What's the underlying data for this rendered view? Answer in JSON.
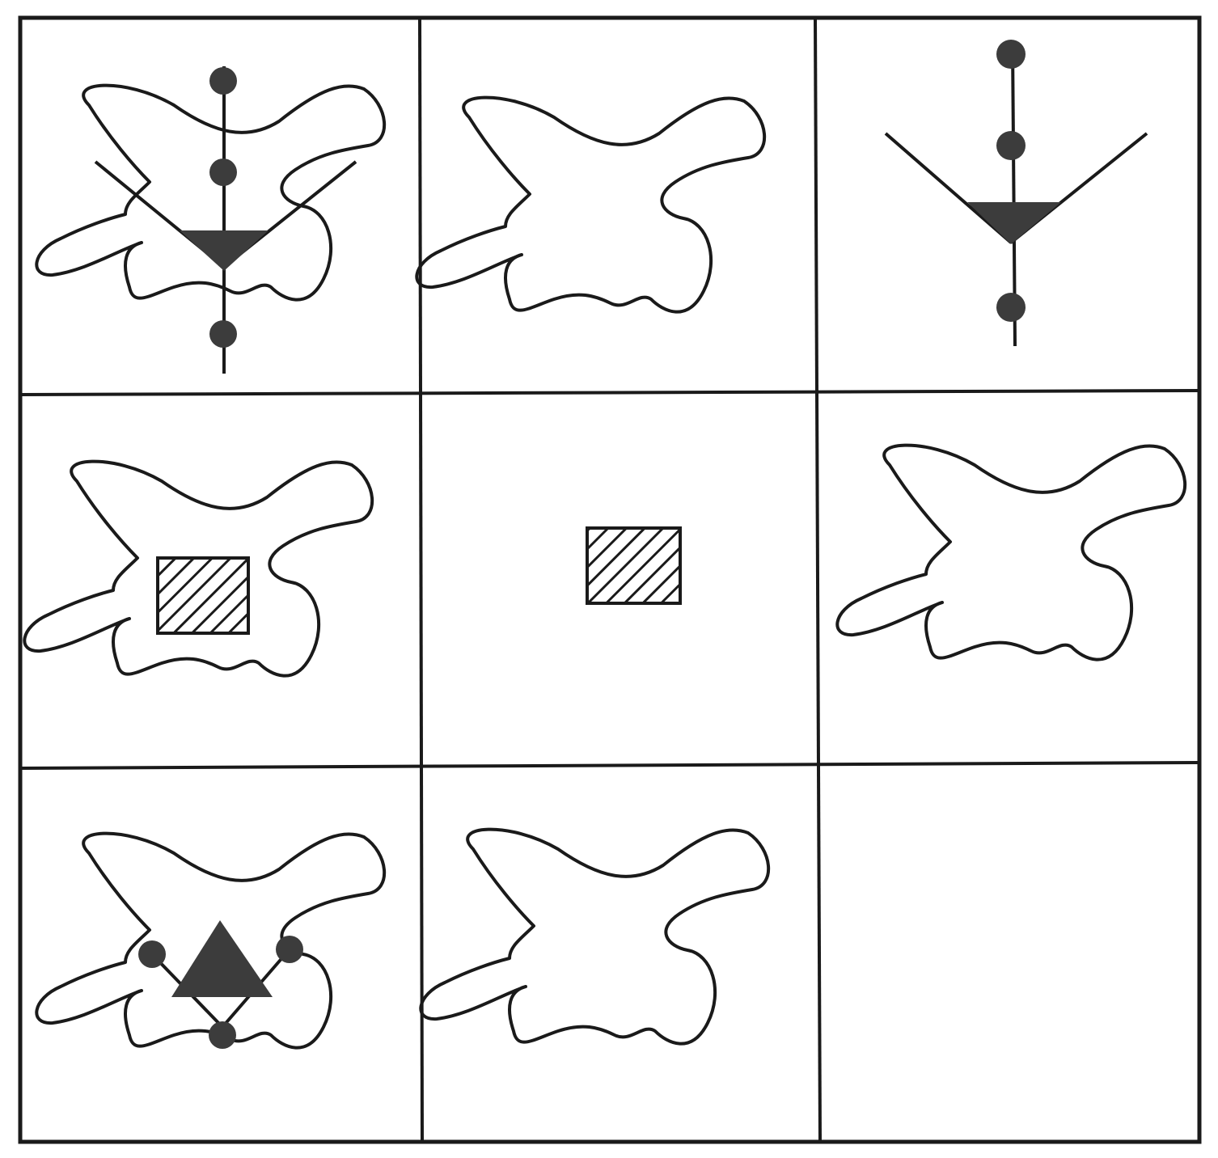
{
  "puzzle": {
    "rows": 3,
    "cols": 3,
    "line_color": "#1a1a1a",
    "fill_color": "#3c3c3c",
    "cells": [
      {
        "row": 1,
        "col": 1,
        "blob": true,
        "symbol": "inverted-triangle-branch-with-circles"
      },
      {
        "row": 1,
        "col": 2,
        "blob": true,
        "symbol": "none"
      },
      {
        "row": 1,
        "col": 3,
        "blob": false,
        "symbol": "inverted-triangle-branch-with-circles"
      },
      {
        "row": 2,
        "col": 1,
        "blob": true,
        "symbol": "hatched-square"
      },
      {
        "row": 2,
        "col": 2,
        "blob": false,
        "symbol": "hatched-square"
      },
      {
        "row": 2,
        "col": 3,
        "blob": true,
        "symbol": "none"
      },
      {
        "row": 3,
        "col": 1,
        "blob": true,
        "symbol": "triangle-with-three-circles"
      },
      {
        "row": 3,
        "col": 2,
        "blob": true,
        "symbol": "none"
      },
      {
        "row": 3,
        "col": 3,
        "blob": false,
        "symbol": "none",
        "missing": true
      }
    ]
  }
}
